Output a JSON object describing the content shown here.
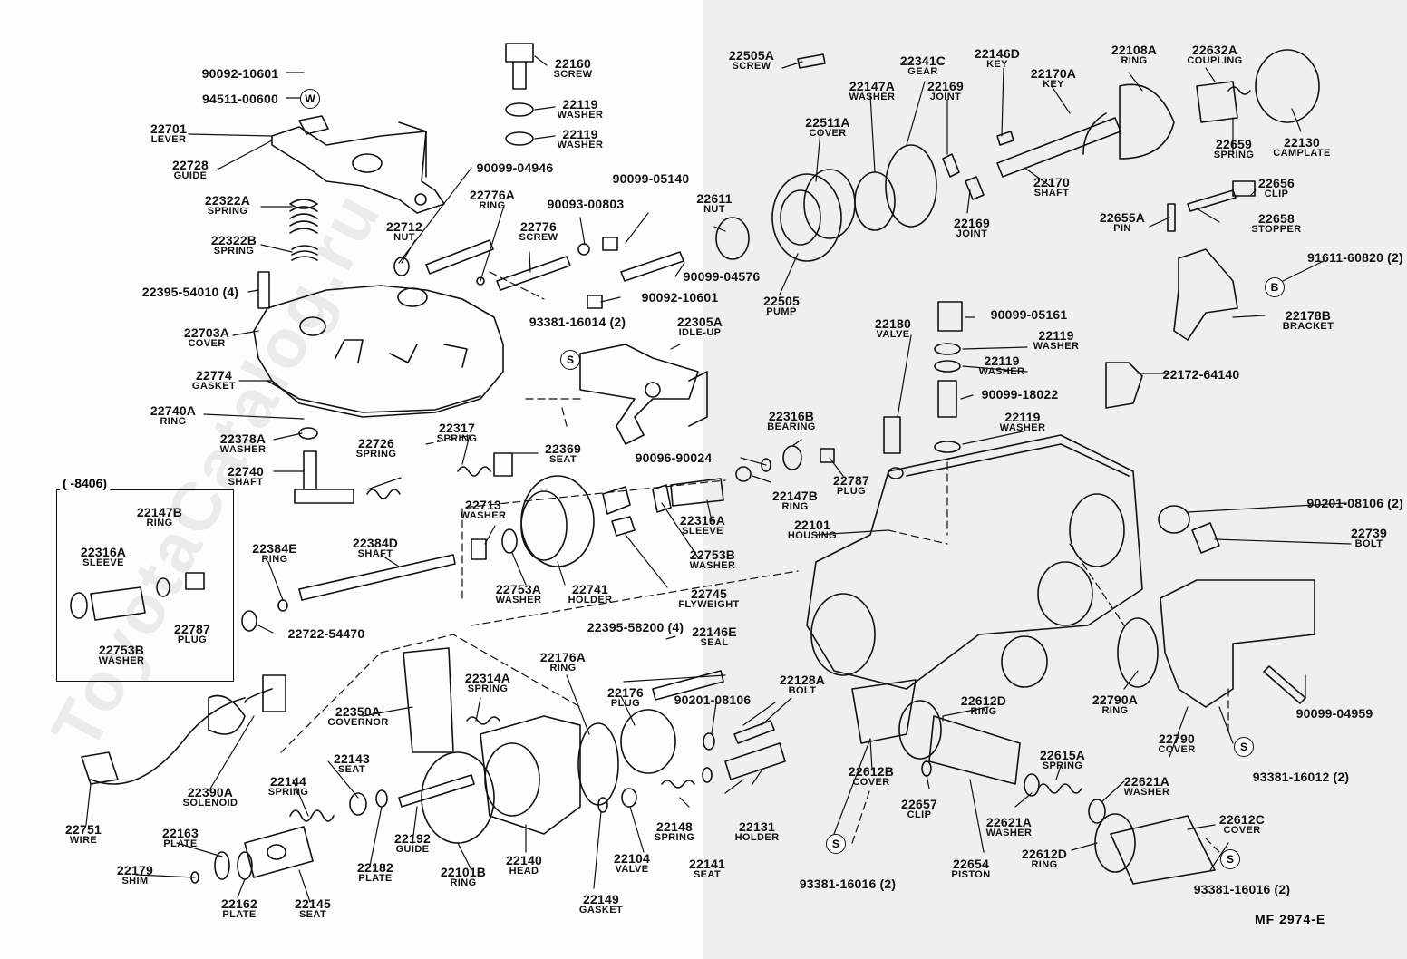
{
  "watermark": "ToyotaCatalog.ru",
  "variant_note": "(      -8406)",
  "ref_code": "MF  2974-E",
  "symbols": {
    "s": "S",
    "w": "W",
    "b": "B"
  },
  "parts": {
    "p90092_10601_top": {
      "num": "90092-10601"
    },
    "p94511_00600": {
      "num": "94511-00600"
    },
    "p22701": {
      "num": "22701",
      "name": "LEVER"
    },
    "p22728": {
      "num": "22728",
      "name": "GUIDE"
    },
    "p22322A": {
      "num": "22322A",
      "name": "SPRING"
    },
    "p22322B": {
      "num": "22322B",
      "name": "SPRING"
    },
    "p22395_54010": {
      "num": "22395-54010 (4)"
    },
    "p22703A": {
      "num": "22703A",
      "name": "COVER"
    },
    "p22774": {
      "num": "22774",
      "name": "GASKET"
    },
    "p22740A": {
      "num": "22740A",
      "name": "RING"
    },
    "p22378A": {
      "num": "22378A",
      "name": "WASHER"
    },
    "p22740": {
      "num": "22740",
      "name": "SHAFT"
    },
    "p22726": {
      "num": "22726",
      "name": "SPRING"
    },
    "p22160": {
      "num": "22160",
      "name": "SCREW"
    },
    "p22119_a": {
      "num": "22119",
      "name": "WASHER"
    },
    "p22119_b": {
      "num": "22119",
      "name": "WASHER"
    },
    "p90099_04946": {
      "num": "90099-04946"
    },
    "p22776A": {
      "num": "22776A",
      "name": "RING"
    },
    "p90093_00803": {
      "num": "90093-00803"
    },
    "p90099_05140": {
      "num": "90099-05140"
    },
    "p22712": {
      "num": "22712",
      "name": "NUT"
    },
    "p22776": {
      "num": "22776",
      "name": "SCREW"
    },
    "p90099_04576": {
      "num": "90099-04576"
    },
    "p90092_10601_mid": {
      "num": "90092-10601"
    },
    "p93381_16014": {
      "num": "93381-16014 (2)"
    },
    "p22305A": {
      "num": "22305A",
      "name": "IDLE-UP"
    },
    "p22317": {
      "num": "22317",
      "name": "SPRING"
    },
    "p22369": {
      "num": "22369",
      "name": "SEAT"
    },
    "p22147B_box": {
      "num": "22147B",
      "name": "RING"
    },
    "p22316A_box": {
      "num": "22316A",
      "name": "SLEEVE"
    },
    "p22787_box": {
      "num": "22787",
      "name": "PLUG"
    },
    "p22753B_box": {
      "num": "22753B",
      "name": "WASHER"
    },
    "p22384E": {
      "num": "22384E",
      "name": "RING"
    },
    "p22384D": {
      "num": "22384D",
      "name": "SHAFT"
    },
    "p22722_54470": {
      "num": "22722-54470"
    },
    "p22713": {
      "num": "22713",
      "name": "WASHER"
    },
    "p22753A": {
      "num": "22753A",
      "name": "WASHER"
    },
    "p22741": {
      "num": "22741",
      "name": "HOLDER"
    },
    "p22745": {
      "num": "22745",
      "name": "FLYWEIGHT"
    },
    "p22753B": {
      "num": "22753B",
      "name": "WASHER"
    },
    "p22316A": {
      "num": "22316A",
      "name": "SLEEVE"
    },
    "p22147B": {
      "num": "22147B",
      "name": "RING"
    },
    "p90096_90024": {
      "num": "90096-90024"
    },
    "p22316B": {
      "num": "22316B",
      "name": "BEARING"
    },
    "p22787": {
      "num": "22787",
      "name": "PLUG"
    },
    "p22101": {
      "num": "22101",
      "name": "HOUSING"
    },
    "p22505A": {
      "num": "22505A",
      "name": "SCREW"
    },
    "p22341C": {
      "num": "22341C",
      "name": "GEAR"
    },
    "p22147A": {
      "num": "22147A",
      "name": "WASHER"
    },
    "p22146D": {
      "num": "22146D",
      "name": "KEY"
    },
    "p22169_a": {
      "num": "22169",
      "name": "JOINT"
    },
    "p22170A": {
      "num": "22170A",
      "name": "KEY"
    },
    "p22108A": {
      "num": "22108A",
      "name": "RING"
    },
    "p22632A": {
      "num": "22632A",
      "name": "COUPLING"
    },
    "p22511A": {
      "num": "22511A",
      "name": "COVER"
    },
    "p22611": {
      "num": "22611",
      "name": "NUT"
    },
    "p22169_b": {
      "num": "22169",
      "name": "JOINT"
    },
    "p22170": {
      "num": "22170",
      "name": "SHAFT"
    },
    "p22659": {
      "num": "22659",
      "name": "SPRING"
    },
    "p22130": {
      "num": "22130",
      "name": "CAMPLATE"
    },
    "p22656": {
      "num": "22656",
      "name": "CLIP"
    },
    "p22655A": {
      "num": "22655A",
      "name": "PIN"
    },
    "p22658": {
      "num": "22658",
      "name": "STOPPER"
    },
    "p22505": {
      "num": "22505",
      "name": "PUMP"
    },
    "p91611_60820": {
      "num": "91611-60820 (2)"
    },
    "p22178B": {
      "num": "22178B",
      "name": "BRACKET"
    },
    "p22180": {
      "num": "22180",
      "name": "VALVE"
    },
    "p90099_05161": {
      "num": "90099-05161"
    },
    "p22119_c": {
      "num": "22119",
      "name": "WASHER"
    },
    "p22119_d": {
      "num": "22119",
      "name": "WASHER"
    },
    "p90099_18022": {
      "num": "90099-18022"
    },
    "p22119_e": {
      "num": "22119",
      "name": "WASHER"
    },
    "p22172_64140": {
      "num": "22172-64140"
    },
    "p90201_08106_r": {
      "num": "90201-08106 (2)"
    },
    "p22739": {
      "num": "22739",
      "name": "BOLT"
    },
    "p22395_58200": {
      "num": "22395-58200 (4)"
    },
    "p22146E": {
      "num": "22146E",
      "name": "SEAL"
    },
    "p22128A": {
      "num": "22128A",
      "name": "BOLT"
    },
    "p22790A": {
      "num": "22790A",
      "name": "RING"
    },
    "p90099_04959": {
      "num": "90099-04959"
    },
    "p22790": {
      "num": "22790",
      "name": "COVER"
    },
    "p93381_16012": {
      "num": "93381-16012 (2)"
    },
    "p22176A": {
      "num": "22176A",
      "name": "RING"
    },
    "p22176": {
      "num": "22176",
      "name": "PLUG"
    },
    "p90201_08106_m": {
      "num": "90201-08106"
    },
    "p22612D_a": {
      "num": "22612D",
      "name": "RING"
    },
    "p22612B": {
      "num": "22612B",
      "name": "COVER"
    },
    "p22657": {
      "num": "22657",
      "name": "CLIP"
    },
    "p22615A": {
      "num": "22615A",
      "name": "SPRING"
    },
    "p22621A_a": {
      "num": "22621A",
      "name": "WASHER"
    },
    "p22621A_b": {
      "num": "22621A",
      "name": "WASHER"
    },
    "p22612C": {
      "num": "22612C",
      "name": "COVER"
    },
    "p22612D_b": {
      "num": "22612D",
      "name": "RING"
    },
    "p22654": {
      "num": "22654",
      "name": "PISTON"
    },
    "p93381_16016_l": {
      "num": "93381-16016 (2)"
    },
    "p93381_16016_r": {
      "num": "93381-16016 (2)"
    },
    "p22350A": {
      "num": "22350A",
      "name": "GOVERNOR"
    },
    "p22314A": {
      "num": "22314A",
      "name": "SPRING"
    },
    "p22390A": {
      "num": "22390A",
      "name": "SOLENOID"
    },
    "p22751": {
      "num": "22751",
      "name": "WIRE"
    },
    "p22143": {
      "num": "22143",
      "name": "SEAT"
    },
    "p22144": {
      "num": "22144",
      "name": "SPRING"
    },
    "p22163": {
      "num": "22163",
      "name": "PLATE"
    },
    "p22179": {
      "num": "22179",
      "name": "SHIM"
    },
    "p22162": {
      "num": "22162",
      "name": "PLATE"
    },
    "p22145": {
      "num": "22145",
      "name": "SEAT"
    },
    "p22182": {
      "num": "22182",
      "name": "PLATE"
    },
    "p22192": {
      "num": "22192",
      "name": "GUIDE"
    },
    "p22101B": {
      "num": "22101B",
      "name": "RING"
    },
    "p22140": {
      "num": "22140",
      "name": "HEAD"
    },
    "p22149": {
      "num": "22149",
      "name": "GASKET"
    },
    "p22104": {
      "num": "22104",
      "name": "VALVE"
    },
    "p22148": {
      "num": "22148",
      "name": "SPRING"
    },
    "p22141": {
      "num": "22141",
      "name": "SEAT"
    },
    "p22131": {
      "num": "22131",
      "name": "HOLDER"
    }
  }
}
